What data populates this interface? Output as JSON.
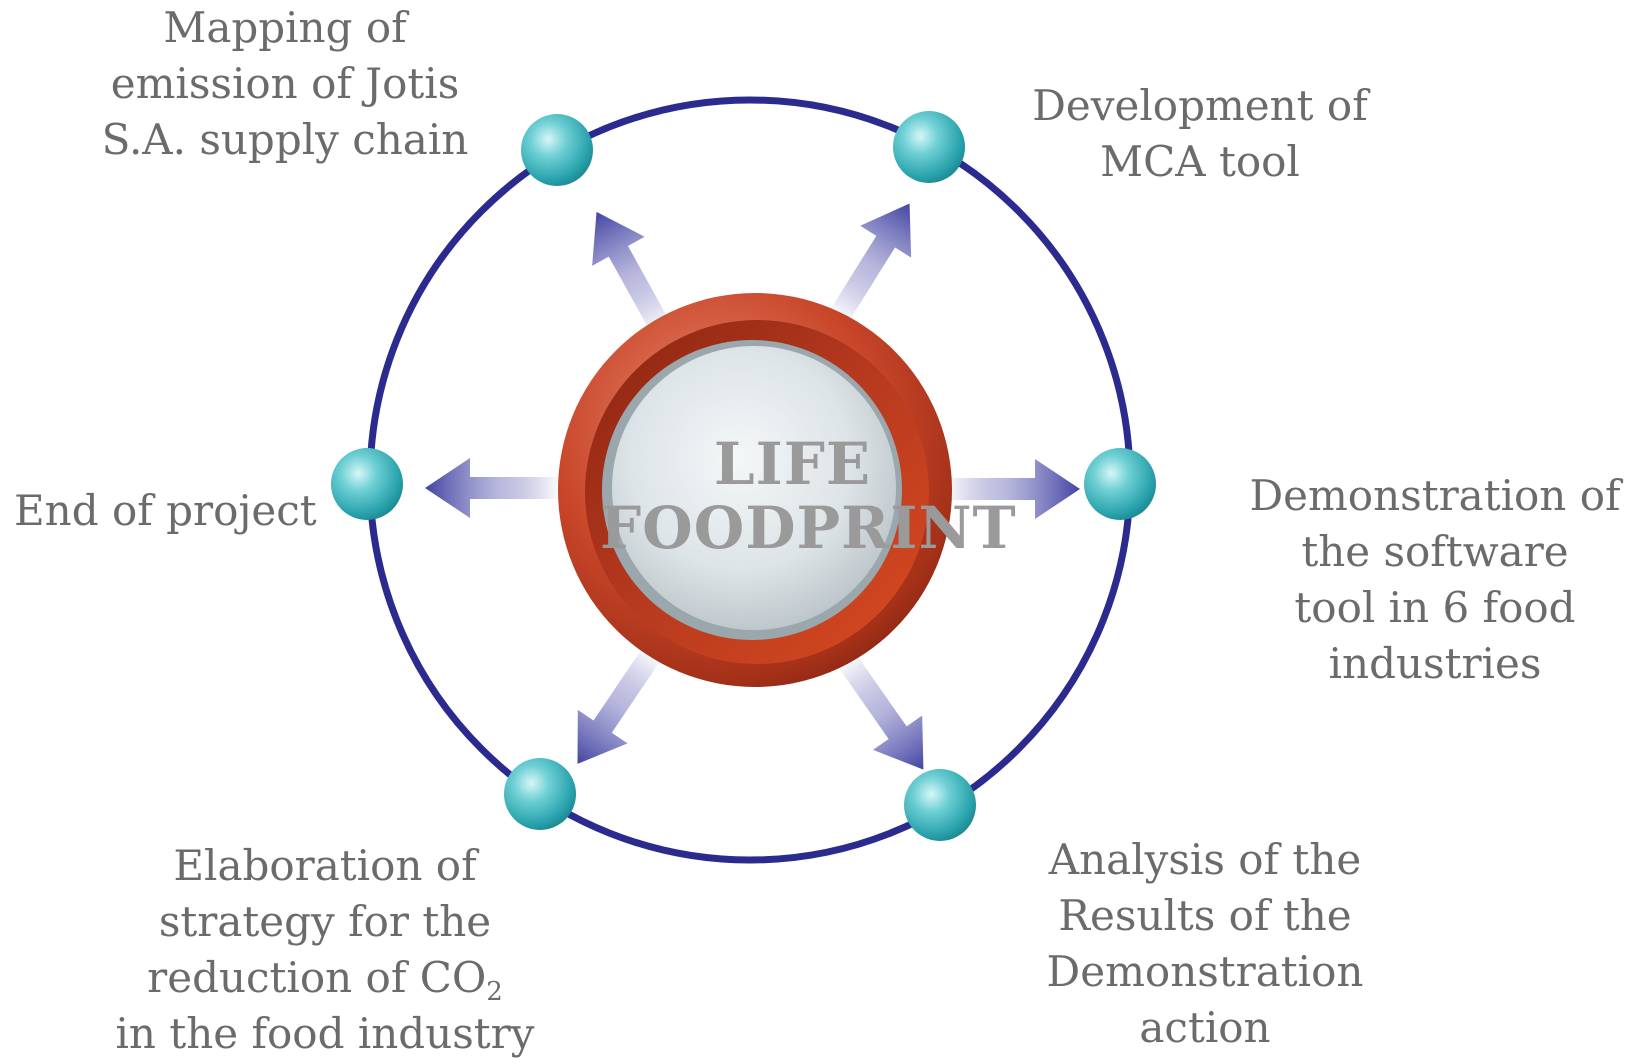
{
  "center": {
    "line1": "LIFE",
    "line2": "FOODPRINT"
  },
  "nodes": {
    "mapping": [
      "Mapping of",
      "emission of Jotis",
      "S.A. supply chain"
    ],
    "mca": [
      "Development of",
      "MCA tool"
    ],
    "demonstration": [
      "Demonstration of",
      "the software",
      "tool in 6 food",
      "industries"
    ],
    "analysis": [
      "Analysis of the",
      "Results of the",
      "Demonstration",
      "action"
    ],
    "elaboration": {
      "line1": "Elaboration of",
      "line2": "strategy for the",
      "line3_pre": "reduction of CO",
      "line3_sub": "2",
      "line4": "in the food industry"
    },
    "end": [
      "End of project"
    ]
  },
  "colors": {
    "ring": "#2b2b8f",
    "node": "#3fb5bd",
    "arrow": "#4a4aa8",
    "center_rim": "#a8321a",
    "label_text": "#6b6b6b"
  }
}
